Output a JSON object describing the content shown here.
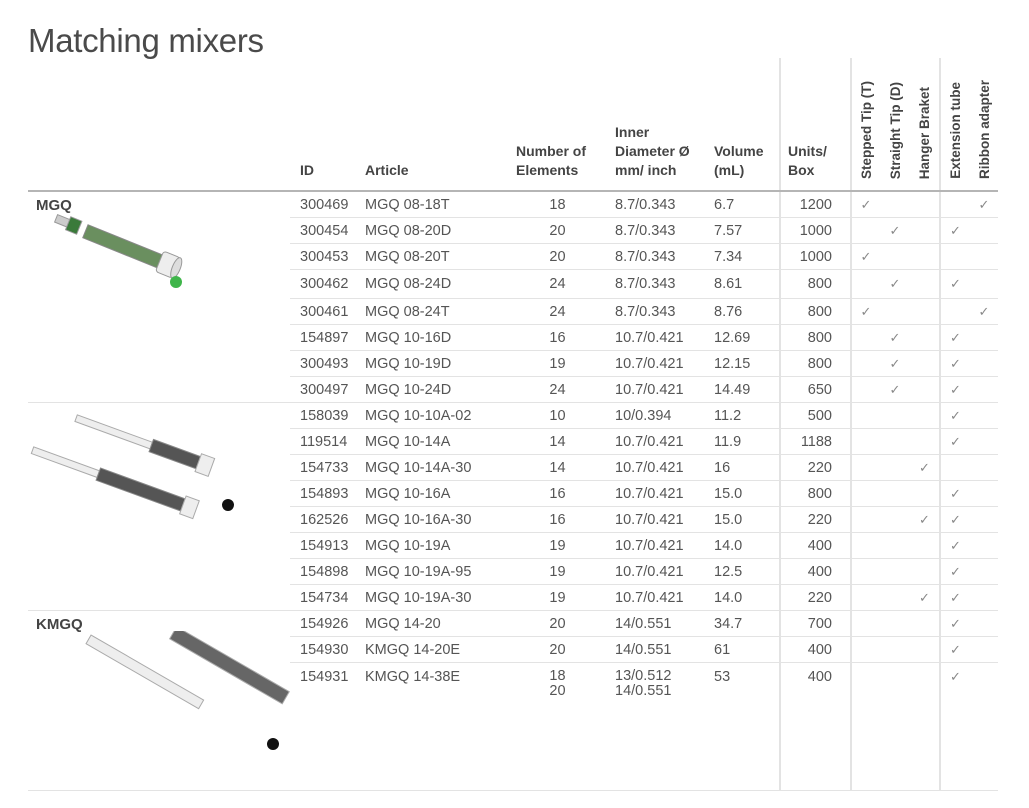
{
  "title": "Matching mixers",
  "headers": {
    "id": "ID",
    "article": "Article",
    "elements": "Number of Elements",
    "diameter": "Inner Diameter Ø mm/ inch",
    "volume": "Volume (mL)",
    "units": "Units/ Box",
    "stepped_tip": "Stepped Tip (T)",
    "straight_tip": "Straight Tip (D)",
    "hanger": "Hanger Braket",
    "extension": "Extension tube",
    "ribbon": "Ribbon adapter"
  },
  "check_symbol": "✓",
  "colors": {
    "green_dot": "#3fb54a",
    "black_dot": "#111111"
  },
  "groups": [
    {
      "name": "MGQ",
      "dot": "green",
      "rows": [
        {
          "id": "300469",
          "article": "MGQ 08-18T",
          "elements": "18",
          "diameter": "8.7/0.343",
          "volume": "6.7",
          "units": "1200",
          "checks": [
            1,
            0,
            0,
            0,
            1
          ]
        },
        {
          "id": "300454",
          "article": "MGQ 08-20D",
          "elements": "20",
          "diameter": "8.7/0.343",
          "volume": "7.57",
          "units": "1000",
          "checks": [
            0,
            1,
            0,
            1,
            0
          ]
        },
        {
          "id": "300453",
          "article": "MGQ 08-20T",
          "elements": "20",
          "diameter": "8.7/0.343",
          "volume": "7.34",
          "units": "1000",
          "checks": [
            1,
            0,
            0,
            0,
            0
          ]
        },
        {
          "id": "300462",
          "article": "MGQ 08-24D",
          "elements": "24",
          "diameter": "8.7/0.343",
          "volume": "8.61",
          "units": "800",
          "checks": [
            0,
            1,
            0,
            1,
            0
          ]
        },
        {
          "id": "300461",
          "article": "MGQ 08-24T",
          "elements": "24",
          "diameter": "8.7/0.343",
          "volume": "8.76",
          "units": "800",
          "checks": [
            1,
            0,
            0,
            0,
            1
          ]
        },
        {
          "id": "154897",
          "article": "MGQ 10-16D",
          "elements": "16",
          "diameter": "10.7/0.421",
          "volume": "12.69",
          "units": "800",
          "checks": [
            0,
            1,
            0,
            1,
            0
          ]
        },
        {
          "id": "300493",
          "article": "MGQ 10-19D",
          "elements": "19",
          "diameter": "10.7/0.421",
          "volume": "12.15",
          "units": "800",
          "checks": [
            0,
            1,
            0,
            1,
            0
          ]
        },
        {
          "id": "300497",
          "article": "MGQ 10-24D",
          "elements": "24",
          "diameter": "10.7/0.421",
          "volume": "14.49",
          "units": "650",
          "checks": [
            0,
            1,
            0,
            1,
            0
          ]
        }
      ]
    },
    {
      "name": "",
      "dot": "black",
      "rows": [
        {
          "id": "158039",
          "article": "MGQ 10-10A-02",
          "elements": "10",
          "diameter": "10/0.394",
          "volume": "11.2",
          "units": "500",
          "checks": [
            0,
            0,
            0,
            1,
            0
          ]
        },
        {
          "id": "119514",
          "article": "MGQ 10-14A",
          "elements": "14",
          "diameter": "10.7/0.421",
          "volume": "11.9",
          "units": "1188",
          "checks": [
            0,
            0,
            0,
            1,
            0
          ]
        },
        {
          "id": "154733",
          "article": "MGQ 10-14A-30",
          "elements": "14",
          "diameter": "10.7/0.421",
          "volume": "16",
          "units": "220",
          "checks": [
            0,
            0,
            1,
            0,
            0
          ]
        },
        {
          "id": "154893",
          "article": "MGQ 10-16A",
          "elements": "16",
          "diameter": "10.7/0.421",
          "volume": "15.0",
          "units": "800",
          "checks": [
            0,
            0,
            0,
            1,
            0
          ]
        },
        {
          "id": "162526",
          "article": "MGQ 10-16A-30",
          "elements": "16",
          "diameter": "10.7/0.421",
          "volume": "15.0",
          "units": "220",
          "checks": [
            0,
            0,
            1,
            1,
            0
          ]
        },
        {
          "id": "154913",
          "article": "MGQ 10-19A",
          "elements": "19",
          "diameter": "10.7/0.421",
          "volume": "14.0",
          "units": "400",
          "checks": [
            0,
            0,
            0,
            1,
            0
          ]
        },
        {
          "id": "154898",
          "article": "MGQ 10-19A-95",
          "elements": "19",
          "diameter": "10.7/0.421",
          "volume": "12.5",
          "units": "400",
          "checks": [
            0,
            0,
            0,
            1,
            0
          ]
        },
        {
          "id": "154734",
          "article": "MGQ 10-19A-30",
          "elements": "19",
          "diameter": "10.7/0.421",
          "volume": "14.0",
          "units": "220",
          "checks": [
            0,
            0,
            1,
            1,
            0
          ]
        }
      ]
    },
    {
      "name": "KMGQ",
      "dot": "black",
      "rows": [
        {
          "id": "154926",
          "article": "MGQ 14-20",
          "elements": "20",
          "diameter": "14/0.551",
          "volume": "34.7",
          "units": "700",
          "checks": [
            0,
            0,
            0,
            1,
            0
          ]
        },
        {
          "id": "154930",
          "article": "KMGQ 14-20E",
          "elements": "20",
          "diameter": "14/0.551",
          "volume": "61",
          "units": "400",
          "checks": [
            0,
            0,
            0,
            1,
            0
          ]
        },
        {
          "id": "154931",
          "article": "KMGQ 14-38E",
          "elements": "18\n20",
          "diameter": "13/0.512\n14/0.551",
          "volume": "53",
          "units": "400",
          "checks": [
            0,
            0,
            0,
            1,
            0
          ]
        }
      ]
    }
  ]
}
